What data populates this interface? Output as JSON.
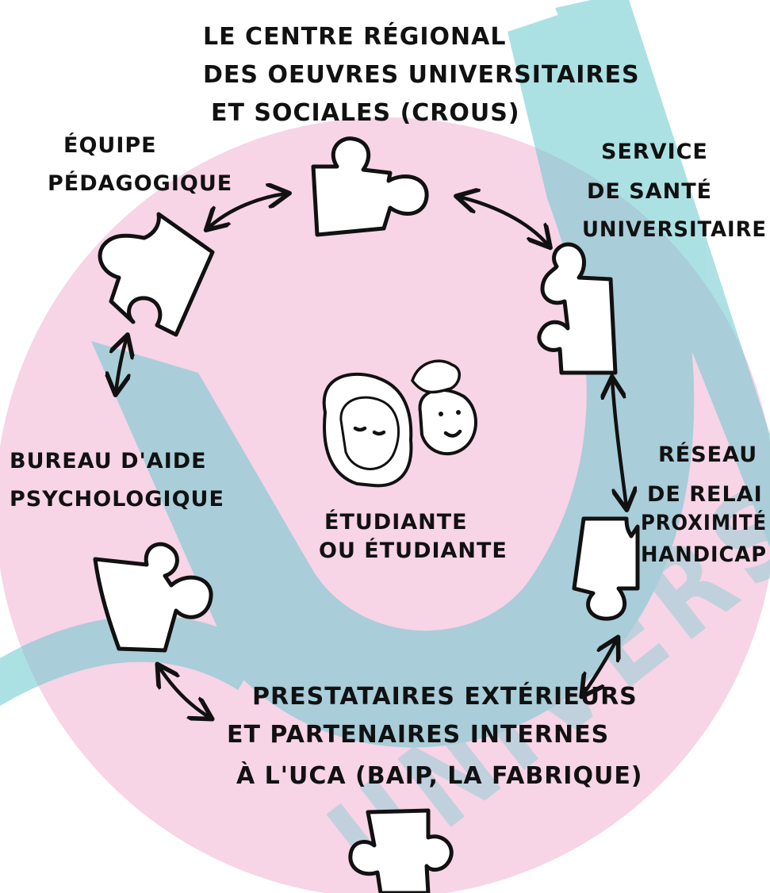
{
  "colors": {
    "background": "#ffffff",
    "circle": "#f7d4e6",
    "watermark": "#6ac9cf",
    "ink": "#111111"
  },
  "watermark": {
    "text": "UNIVERSITÉ"
  },
  "center": {
    "line1": "ÉTUDIANTE",
    "line2": "OU ÉTUDIANTE"
  },
  "nodes": {
    "crous": {
      "lines": [
        "LE CENTRE RÉGIONAL",
        "DES OEUVRES UNIVERSITAIRES",
        "ET SOCIALES (CROUS)"
      ],
      "icon": "puzzle-piece-icon"
    },
    "pedago": {
      "lines": [
        "ÉQUIPE",
        "PÉDAGOGIQUE"
      ],
      "icon": "puzzle-piece-icon"
    },
    "sante": {
      "lines": [
        "SERVICE",
        "DE SANTÉ",
        "UNIVERSITAIRE"
      ],
      "icon": "puzzle-piece-icon"
    },
    "psy": {
      "lines": [
        "BUREAU D'AIDE",
        "PSYCHOLOGIQUE"
      ],
      "icon": "puzzle-piece-icon"
    },
    "relai": {
      "lines": [
        "RÉSEAU",
        "DE RELAI",
        "PROXIMITÉ",
        "HANDICAP"
      ],
      "icon": "puzzle-piece-icon"
    },
    "presta": {
      "lines": [
        "PRESTATAIRES EXTÉRIEURS",
        "ET PARTENAIRES INTERNES",
        "À L'UCA (BAIP, LA FABRIQUE)"
      ],
      "icon": "puzzle-piece-icon"
    }
  }
}
